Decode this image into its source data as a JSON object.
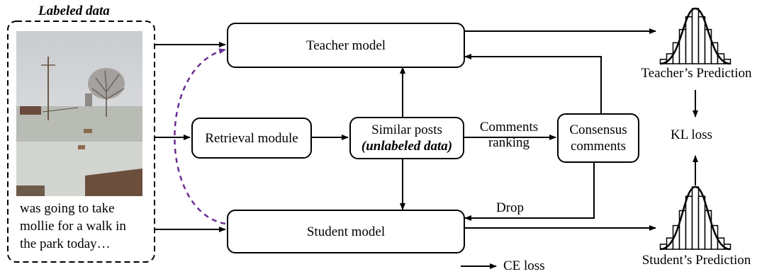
{
  "labeled_title": "Labeled data",
  "caption": [
    "was going to take",
    "mollie for a walk in",
    "the park today…"
  ],
  "teacher_model": "Teacher model",
  "student_model": "Student model",
  "retrieval_module": "Retrieval module",
  "similar_posts_line1": "Similar posts",
  "similar_posts_line2": "(unlabeled data)",
  "consensus_line1": "Consensus",
  "consensus_line2": "comments",
  "comments_ranking_line1": "Comments",
  "comments_ranking_line2": "ranking",
  "drop": "Drop",
  "ce_loss": "CE loss",
  "kl_loss": "KL loss",
  "teacher_prediction": "Teacher’s Prediction",
  "student_prediction": "Student’s Prediction",
  "histogram_values": [
    0.08,
    0.18,
    0.38,
    0.62,
    0.85,
    1.0,
    0.85,
    0.62,
    0.38,
    0.18,
    0.08
  ],
  "colors": {
    "dashed_arrow": "#6a2c91",
    "line": "#000000"
  }
}
